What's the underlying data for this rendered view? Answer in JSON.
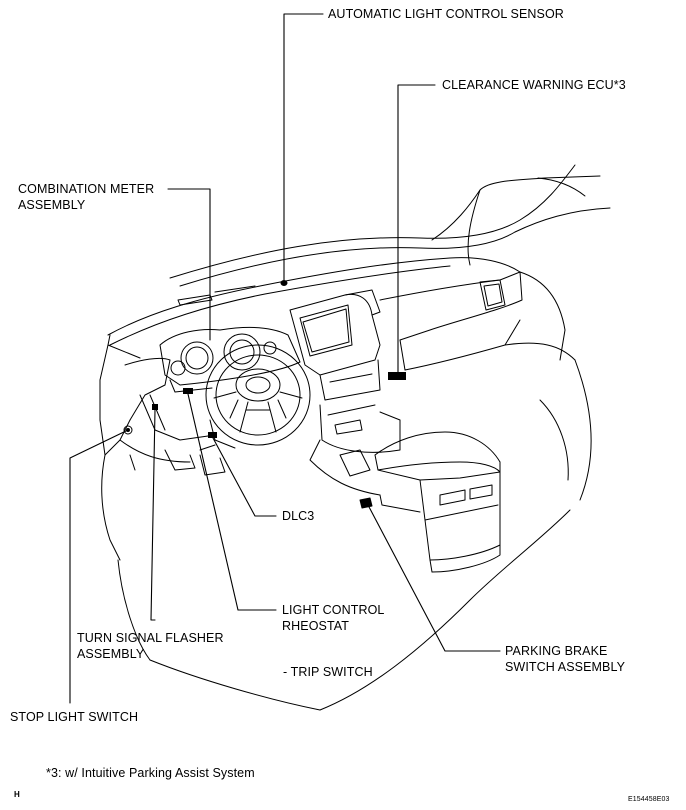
{
  "labels": {
    "auto_light_sensor": "AUTOMATIC LIGHT CONTROL SENSOR",
    "clearance_warning_ecu": "CLEARANCE WARNING ECU*3",
    "combination_meter_line1": "COMBINATION METER",
    "combination_meter_line2": "ASSEMBLY",
    "dlc3": "DLC3",
    "light_control_line1": "LIGHT CONTROL",
    "light_control_line2": "RHEOSTAT",
    "turn_signal_line1": "TURN SIGNAL FLASHER",
    "turn_signal_line2": "ASSEMBLY",
    "parking_brake_line1": "PARKING BRAKE",
    "parking_brake_line2": "SWITCH ASSEMBLY",
    "trip_switch": "- TRIP SWITCH",
    "stop_light_switch": "STOP LIGHT SWITCH"
  },
  "footnote": "*3: w/ Intuitive Parking Assist System",
  "corner_letter": "H",
  "figure_code": "E154458E03"
}
